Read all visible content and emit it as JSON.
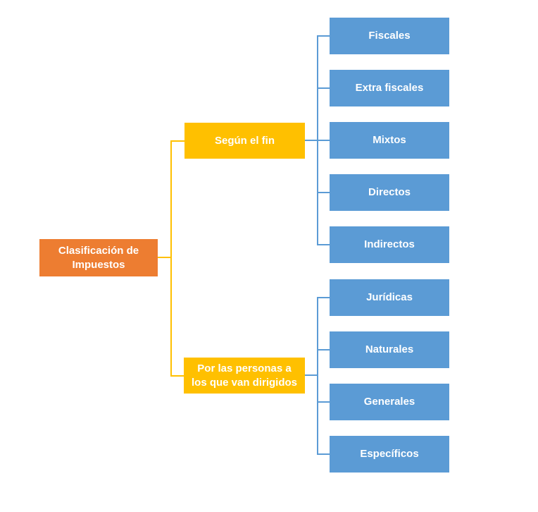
{
  "diagram": {
    "type": "hierarchy",
    "root": {
      "label": "Clasificación de\nImpuestos"
    },
    "branches": [
      {
        "label": "Según el fin",
        "children": [
          "Fiscales",
          "Extra fiscales",
          "Mixtos",
          "Directos",
          "Indirectos"
        ]
      },
      {
        "label": "Por las personas a\nlos que van dirigidos",
        "children": [
          "Jurídicas",
          "Naturales",
          "Generales",
          "Específicos"
        ]
      }
    ],
    "colors": {
      "root_box": "#ED7D31",
      "branch_box": "#FFC000",
      "leaf_box": "#5B9BD5",
      "branch_connector": "#FFC000",
      "leaf_connector": "#5B9BD5",
      "text": "#FFFFFF",
      "background": "#FFFFFF"
    }
  }
}
